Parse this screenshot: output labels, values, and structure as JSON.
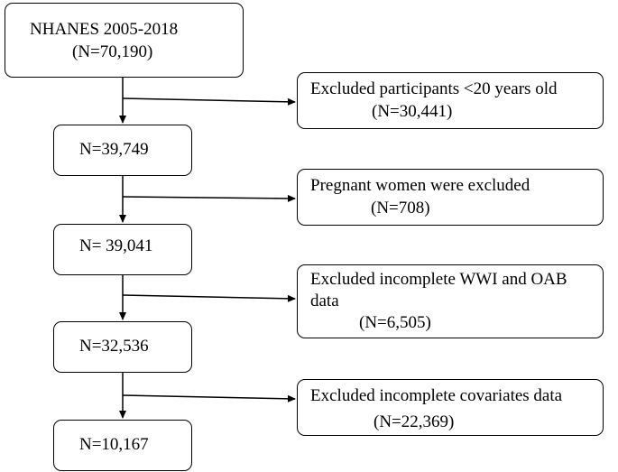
{
  "flowchart": {
    "start": {
      "title": "NHANES 2005-2018",
      "count": "(N=70,190)"
    },
    "steps": [
      {
        "count": "N=39,749"
      },
      {
        "count": "N= 39,041"
      },
      {
        "count": "N=32,536"
      },
      {
        "count": "N=10,167"
      }
    ],
    "exclusions": [
      {
        "label": "Excluded participants <20 years old",
        "count": "(N=30,441)"
      },
      {
        "label": "Pregnant women were excluded",
        "count": "(N=708)"
      },
      {
        "label_line1": "Excluded incomplete WWI and OAB",
        "label_line2": "data",
        "count": "(N=6,505)"
      },
      {
        "label": "Excluded incomplete covariates data",
        "count": "(N=22,369)"
      }
    ]
  },
  "colors": {
    "line": "#000000",
    "box_border": "#000000",
    "background": "#ffffff"
  }
}
